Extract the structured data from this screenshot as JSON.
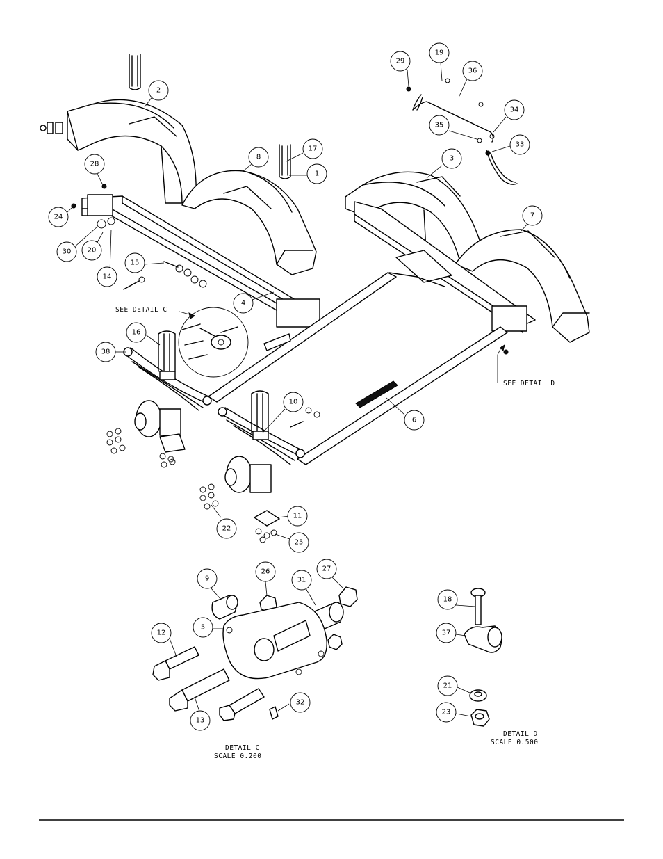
{
  "callouts": [
    {
      "id": "2",
      "label": "2"
    },
    {
      "id": "8",
      "label": "8"
    },
    {
      "id": "17",
      "label": "17"
    },
    {
      "id": "1",
      "label": "1"
    },
    {
      "id": "28",
      "label": "28"
    },
    {
      "id": "24",
      "label": "24"
    },
    {
      "id": "30",
      "label": "30"
    },
    {
      "id": "20",
      "label": "20"
    },
    {
      "id": "14",
      "label": "14"
    },
    {
      "id": "15",
      "label": "15"
    },
    {
      "id": "4",
      "label": "4"
    },
    {
      "id": "16",
      "label": "16"
    },
    {
      "id": "38",
      "label": "38"
    },
    {
      "id": "29",
      "label": "29"
    },
    {
      "id": "19",
      "label": "19"
    },
    {
      "id": "36",
      "label": "36"
    },
    {
      "id": "34",
      "label": "34"
    },
    {
      "id": "35",
      "label": "35"
    },
    {
      "id": "33",
      "label": "33"
    },
    {
      "id": "3",
      "label": "3"
    },
    {
      "id": "7",
      "label": "7"
    },
    {
      "id": "10",
      "label": "10"
    },
    {
      "id": "6",
      "label": "6"
    },
    {
      "id": "11",
      "label": "11"
    },
    {
      "id": "22",
      "label": "22"
    },
    {
      "id": "25",
      "label": "25"
    },
    {
      "id": "9",
      "label": "9"
    },
    {
      "id": "26",
      "label": "26"
    },
    {
      "id": "27",
      "label": "27"
    },
    {
      "id": "31",
      "label": "31"
    },
    {
      "id": "5",
      "label": "5"
    },
    {
      "id": "12",
      "label": "12"
    },
    {
      "id": "13",
      "label": "13"
    },
    {
      "id": "32",
      "label": "32"
    },
    {
      "id": "18",
      "label": "18"
    },
    {
      "id": "37",
      "label": "37"
    },
    {
      "id": "21",
      "label": "21"
    },
    {
      "id": "23",
      "label": "23"
    }
  ],
  "notes": {
    "see_detail_c": "SEE DETAIL  C",
    "see_detail_d": "SEE DETAIL  D",
    "detail_c_title": "DETAIL  C",
    "detail_c_scale": "SCALE  0.200",
    "detail_d_title": "DETAIL  D",
    "detail_d_scale": "SCALE  0.500"
  }
}
